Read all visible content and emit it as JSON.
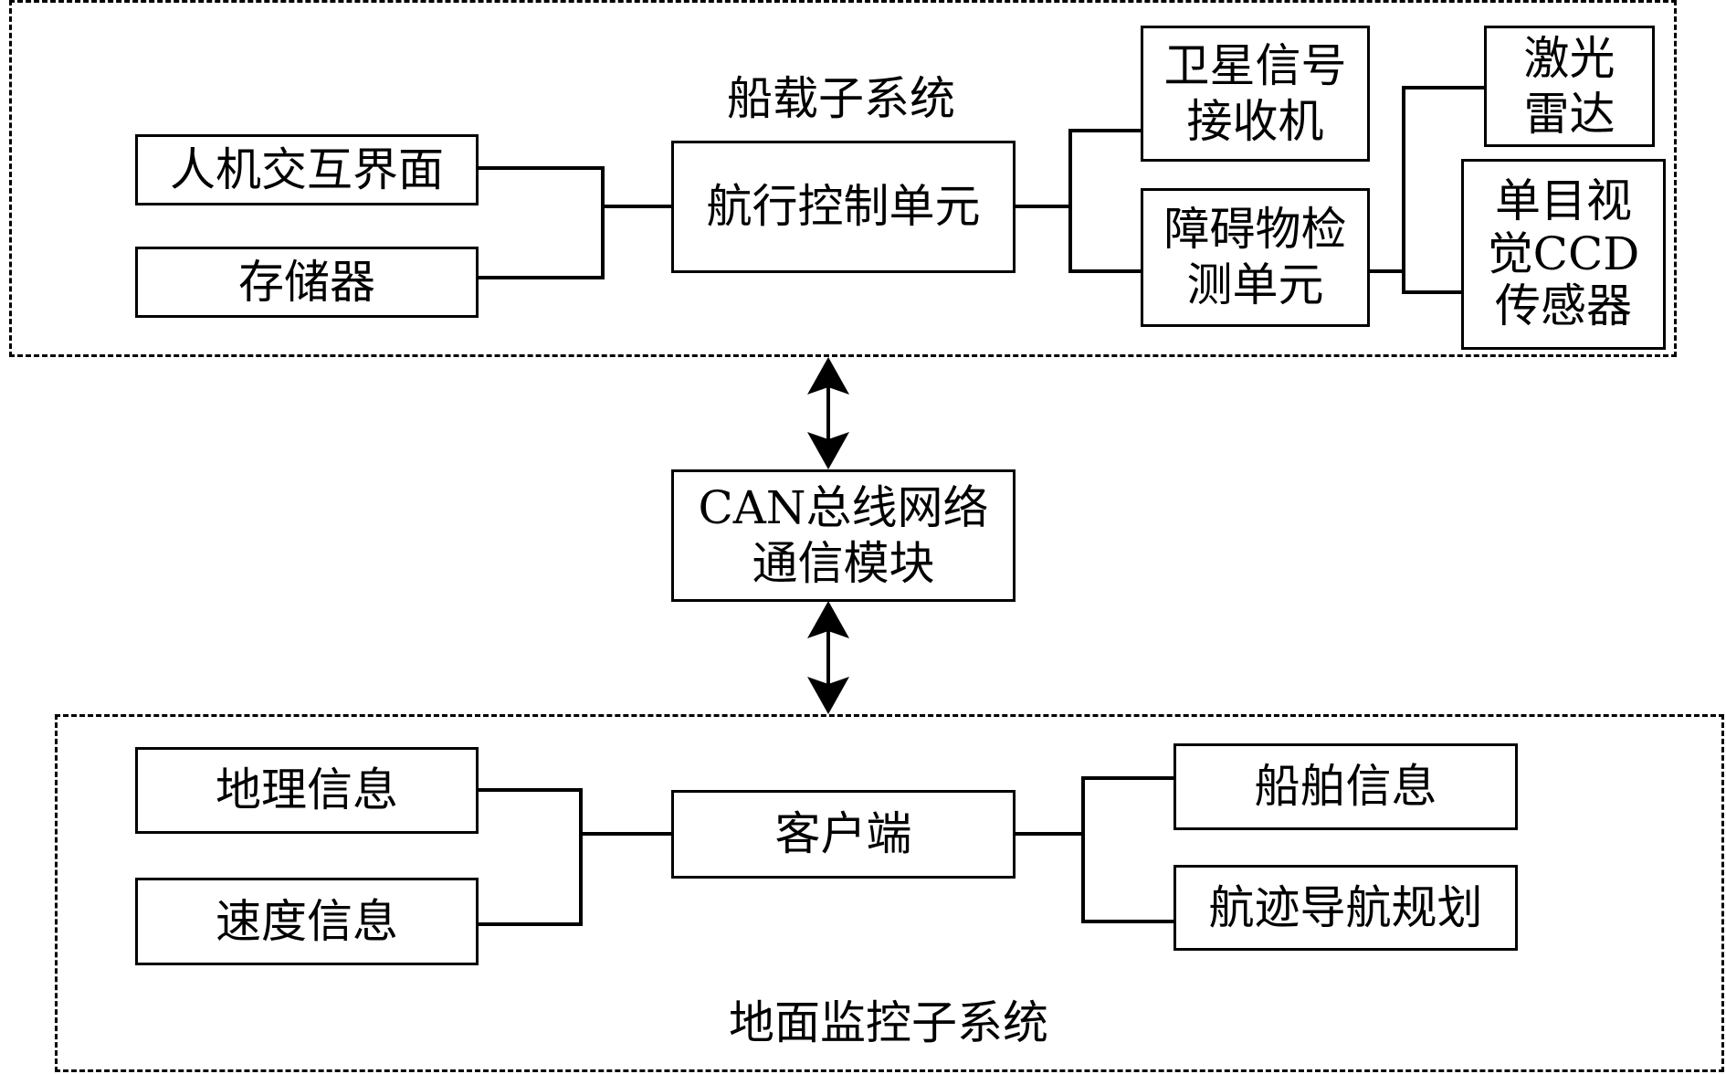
{
  "shipboard": {
    "title": "船载子系统",
    "hmi": "人机交互界面",
    "storage": "存储器",
    "nav_control": "航行控制单元",
    "gnss_l1": "卫星信号",
    "gnss_l2": "接收机",
    "obstacle_l1": "障碍物检",
    "obstacle_l2": "测单元",
    "lidar_l1": "激光",
    "lidar_l2": "雷达",
    "ccd_l1": "单目视",
    "ccd_l2": "觉CCD",
    "ccd_l3": "传感器"
  },
  "can": {
    "line1": "CAN总线网络",
    "line2": "通信模块"
  },
  "ground": {
    "title": "地面监控子系统",
    "geo": "地理信息",
    "speed": "速度信息",
    "client": "客户端",
    "ship_info": "船舶信息",
    "track_plan": "航迹导航规划"
  }
}
